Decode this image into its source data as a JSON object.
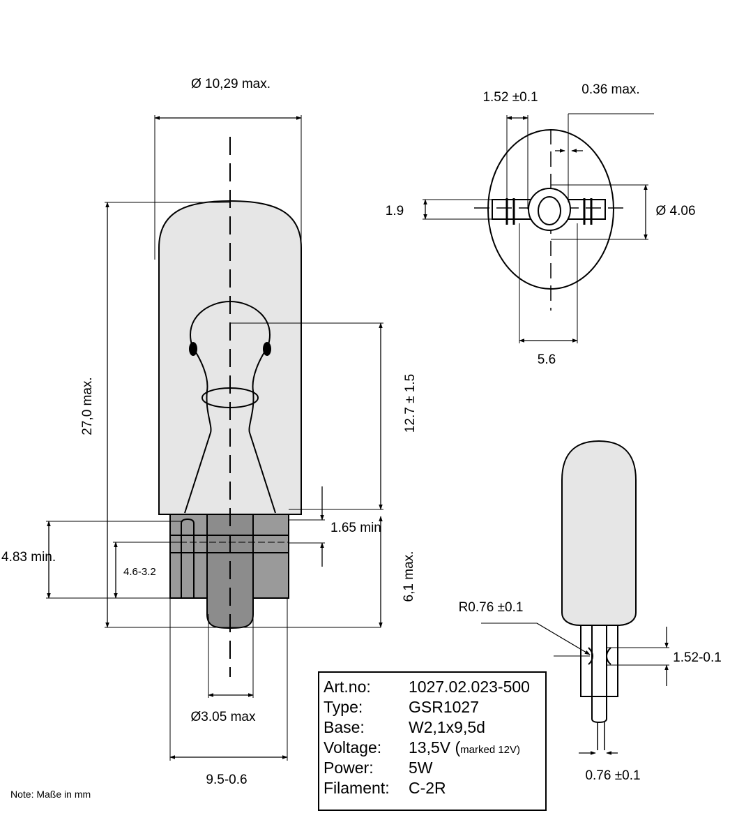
{
  "main_view": {
    "dim_bulb_diameter": "Ø 10,29 max.",
    "dim_total_length": "27,0 max.",
    "dim_filament_height": "12.7 ± 1.5",
    "dim_collar": "1.65 min",
    "dim_base_height": "6,1 max.",
    "dim_wire_lead": "4.83 min.",
    "dim_wire_range": "4.6-3.2",
    "dim_base_tip": "Ø3.05 max",
    "dim_base_width": "9.5-0.6"
  },
  "top_view": {
    "dim_wire_width": "1.52 ±0.1",
    "dim_wire_thickness": "0.36 max.",
    "dim_height": "1.9",
    "dim_hole": "Ø 4.06",
    "dim_width": "5.6"
  },
  "side_view": {
    "dim_radius": "R0.76 ±0.1",
    "dim_neck": "1.52-0.1",
    "dim_wire": "0.76 ±0.1"
  },
  "spec_table": {
    "rows": [
      {
        "label": "Art.no:",
        "value": "1027.02.023-500",
        "note": ""
      },
      {
        "label": "Type:",
        "value": "GSR1027",
        "note": ""
      },
      {
        "label": "Base:",
        "value": "W2,1x9,5d",
        "note": ""
      },
      {
        "label": "Voltage:",
        "value": "13,5V (",
        "note": "marked 12V)"
      },
      {
        "label": "Power:",
        "value": "5W",
        "note": ""
      },
      {
        "label": "Filament:",
        "value": "C-2R",
        "note": ""
      }
    ]
  },
  "footer_note": "Note: Maße in mm"
}
